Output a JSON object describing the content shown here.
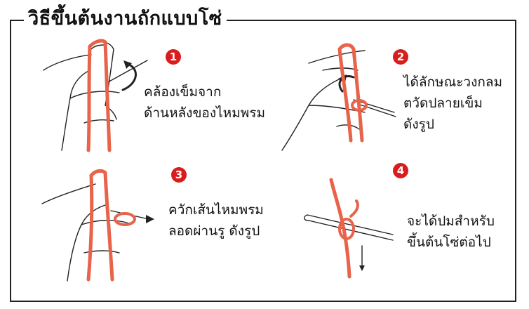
{
  "title": "วิธีขึ้นต้นงานถักแบบโซ่",
  "steps": [
    {
      "number": "1",
      "lines": [
        "คล้องเข็มจาก",
        "ด้านหลังของไหมพรม"
      ]
    },
    {
      "number": "2",
      "lines": [
        "ได้ลักษณะวงกลม",
        "ตวัดปลายเข็ม",
        "ดังรูป"
      ]
    },
    {
      "number": "3",
      "lines": [
        "ควักเส้นไหมพรม",
        "ลอดผ่านรู ดังรูป"
      ]
    },
    {
      "number": "4",
      "lines": [
        "จะได้ปมสำหรับ",
        "ขึ้นต้นโซ่ต่อไป"
      ]
    }
  ],
  "colors": {
    "yarn": "#e8634a",
    "badge": "#d91c1c",
    "line": "#222222"
  }
}
